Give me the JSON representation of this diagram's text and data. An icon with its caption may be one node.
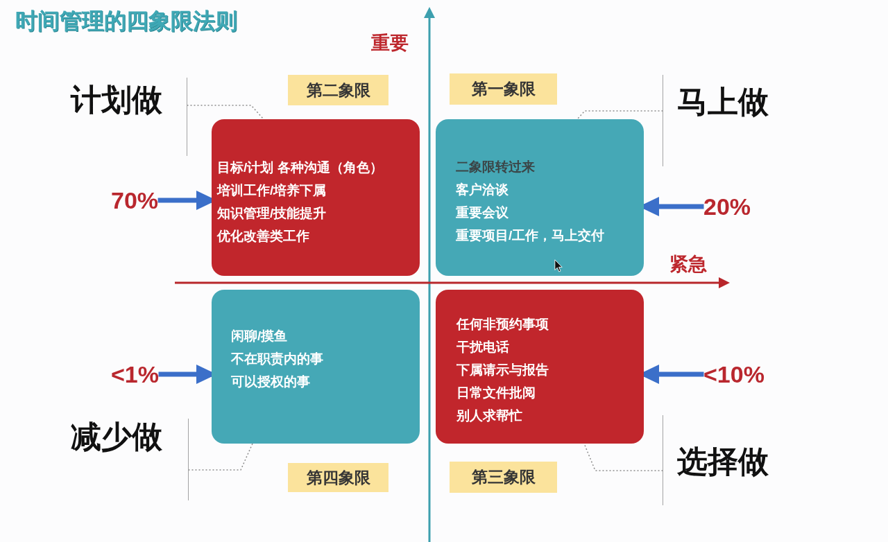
{
  "diagram": {
    "title": "时间管理的四象限法则",
    "nodes": [
      {
        "text": [
          "计划做"
        ]
      },
      {
        "text": [
          "第二象限"
        ]
      },
      {
        "text": [
          "第一象限"
        ]
      },
      {
        "text": [
          "马上做"
        ]
      },
      {
        "text": [
          "70%"
        ]
      },
      {
        "text": [
          "目标/计划 各种沟通（角色）",
          "培训工作/培养下属",
          "知识管理/技能提升",
          "优化改善类工作"
        ]
      },
      {
        "text": [
          "二象限转过来",
          "客户洽谈",
          "重要会议",
          "重要项目/工作，马上交付"
        ]
      },
      {
        "text": [
          "20%"
        ]
      },
      {
        "text": [
          "<1%"
        ]
      },
      {
        "text": [
          "闲聊/摸鱼",
          "不在职责内的事",
          "可以授权的事"
        ]
      },
      {
        "text": [
          "任何非预约事项",
          "干扰电话",
          "下属请示与报告",
          "日常文件批阅",
          "别人求帮忙"
        ]
      },
      {
        "text": [
          "<10%"
        ]
      },
      {
        "text": [
          "减少做"
        ]
      },
      {
        "text": [
          "第四象限"
        ]
      },
      {
        "text": [
          "第三象限"
        ]
      },
      {
        "text": [
          "选择做"
        ]
      }
    ],
    "edges": [
      {
        "from": 0,
        "to": 5,
        "arrow": "none",
        "style": "dashed"
      },
      {
        "from": 3,
        "to": 6,
        "arrow": "none",
        "style": "dashed"
      },
      {
        "from": 4,
        "to": 5,
        "arrow": "to",
        "style": "thick",
        "color": "#3b6fc9"
      },
      {
        "from": 7,
        "to": 6,
        "arrow": "to",
        "style": "thick",
        "color": "#3b6fc9"
      },
      {
        "from": 8,
        "to": 9,
        "arrow": "to",
        "style": "thick",
        "color": "#3b6fc9"
      },
      {
        "from": 11,
        "to": 10,
        "arrow": "to",
        "style": "thick",
        "color": "#3b6fc9"
      },
      {
        "from": 12,
        "to": 9,
        "arrow": "none",
        "style": "dashed"
      },
      {
        "from": 15,
        "to": 10,
        "arrow": "none",
        "style": "dashed"
      }
    ],
    "labels": [
      "重要",
      "紧急"
    ]
  }
}
